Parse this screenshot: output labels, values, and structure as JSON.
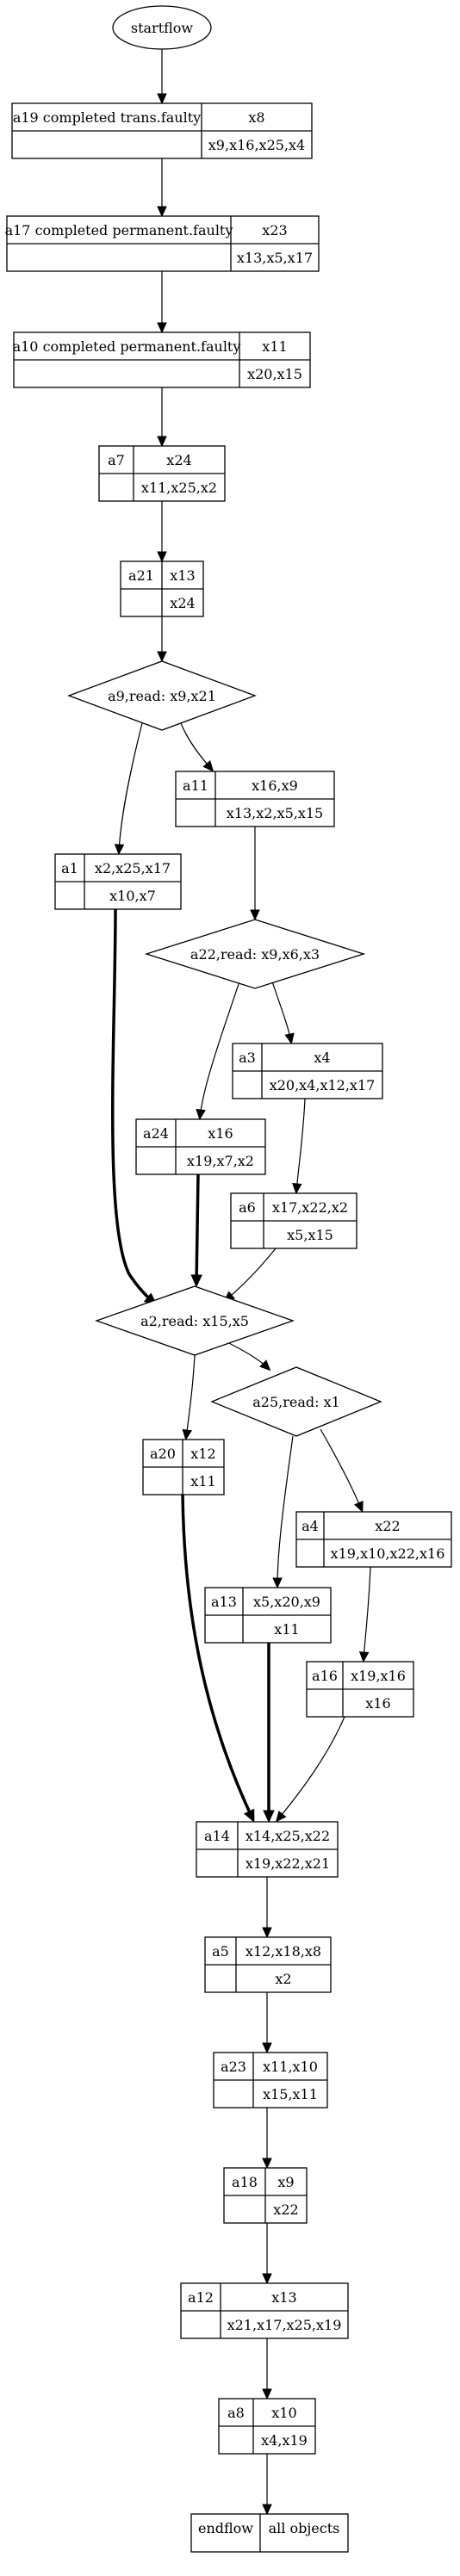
{
  "start_label": "startflow",
  "nodes": [
    {
      "id": "a19",
      "label": "a19 completed trans.faulty",
      "writes": "x8",
      "reads": "x9,x16,x25,x4"
    },
    {
      "id": "a17",
      "label": "a17 completed permanent.faulty",
      "writes": "x23",
      "reads": "x13,x5,x17"
    },
    {
      "id": "a10",
      "label": "a10 completed permanent.faulty",
      "writes": "x11",
      "reads": "x20,x15"
    },
    {
      "id": "a7",
      "label": "a7",
      "writes": "x24",
      "reads": "x11,x25,x2"
    },
    {
      "id": "a21",
      "label": "a21",
      "writes": "x13",
      "reads": "x24"
    },
    {
      "id": "a11",
      "label": "a11",
      "writes": "x16,x9",
      "reads": "x13,x2,x5,x15"
    },
    {
      "id": "a1",
      "label": "a1",
      "writes": "x2,x25,x17",
      "reads": "x10,x7"
    },
    {
      "id": "a3",
      "label": "a3",
      "writes": "x4",
      "reads": "x20,x4,x12,x17"
    },
    {
      "id": "a24",
      "label": "a24",
      "writes": "x16",
      "reads": "x19,x7,x2"
    },
    {
      "id": "a6",
      "label": "a6",
      "writes": "x17,x22,x2",
      "reads": "x5,x15"
    },
    {
      "id": "a20",
      "label": "a20",
      "writes": "x12",
      "reads": "x11"
    },
    {
      "id": "a4",
      "label": "a4",
      "writes": "x22",
      "reads": "x19,x10,x22,x16"
    },
    {
      "id": "a13",
      "label": "a13",
      "writes": "x5,x20,x9",
      "reads": "x11"
    },
    {
      "id": "a16",
      "label": "a16",
      "writes": "x19,x16",
      "reads": "x16"
    },
    {
      "id": "a14",
      "label": "a14",
      "writes": "x14,x25,x22",
      "reads": "x19,x22,x21"
    },
    {
      "id": "a5",
      "label": "a5",
      "writes": "x12,x18,x8",
      "reads": "x2"
    },
    {
      "id": "a23",
      "label": "a23",
      "writes": "x11,x10",
      "reads": "x15,x11"
    },
    {
      "id": "a18",
      "label": "a18",
      "writes": "x9",
      "reads": "x22"
    },
    {
      "id": "a12",
      "label": "a12",
      "writes": "x13",
      "reads": "x21,x17,x25,x19"
    },
    {
      "id": "a8",
      "label": "a8",
      "writes": "x10",
      "reads": "x4,x19"
    }
  ],
  "decisions": [
    {
      "id": "d_a9",
      "label": "a9,read: x9,x21"
    },
    {
      "id": "d_a22",
      "label": "a22,read: x9,x6,x3"
    },
    {
      "id": "d_a2",
      "label": "a2,read: x15,x5"
    },
    {
      "id": "d_a25",
      "label": "a25,read: x1"
    }
  ],
  "end": {
    "label": "endflow",
    "objects": "all objects"
  },
  "edges": [
    {
      "from": "start",
      "to": "a19"
    },
    {
      "from": "a19",
      "to": "a17"
    },
    {
      "from": "a17",
      "to": "a10"
    },
    {
      "from": "a10",
      "to": "a7"
    },
    {
      "from": "a7",
      "to": "a21"
    },
    {
      "from": "a21",
      "to": "d_a9"
    },
    {
      "from": "d_a9",
      "to": "a11"
    },
    {
      "from": "d_a9",
      "to": "a1"
    },
    {
      "from": "a11",
      "to": "d_a22"
    },
    {
      "from": "d_a22",
      "to": "a3"
    },
    {
      "from": "d_a22",
      "to": "a24"
    },
    {
      "from": "a3",
      "to": "a6"
    },
    {
      "from": "a1",
      "to": "d_a2",
      "bold": true
    },
    {
      "from": "a24",
      "to": "d_a2",
      "bold": true
    },
    {
      "from": "a6",
      "to": "d_a2"
    },
    {
      "from": "d_a2",
      "to": "d_a25"
    },
    {
      "from": "d_a2",
      "to": "a20"
    },
    {
      "from": "d_a25",
      "to": "a4"
    },
    {
      "from": "d_a25",
      "to": "a13"
    },
    {
      "from": "a4",
      "to": "a16"
    },
    {
      "from": "a20",
      "to": "a14",
      "bold": true
    },
    {
      "from": "a13",
      "to": "a14",
      "bold": true
    },
    {
      "from": "a16",
      "to": "a14"
    },
    {
      "from": "a14",
      "to": "a5"
    },
    {
      "from": "a5",
      "to": "a23"
    },
    {
      "from": "a23",
      "to": "a18"
    },
    {
      "from": "a18",
      "to": "a12"
    },
    {
      "from": "a12",
      "to": "a8"
    },
    {
      "from": "a8",
      "to": "end"
    }
  ]
}
